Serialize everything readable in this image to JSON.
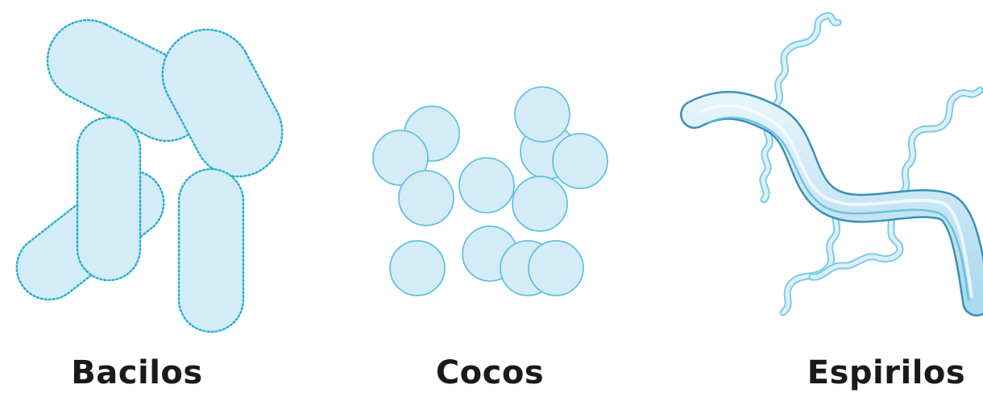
{
  "labels": {
    "bacilos": "Bacilos",
    "cocos": "Cocos",
    "espirilos": "Espirilos"
  },
  "colors": {
    "fill": "#d4ecf7",
    "stroke": "#2ab0cf",
    "stroke_light": "#64c2de",
    "background": "#ffffff"
  }
}
